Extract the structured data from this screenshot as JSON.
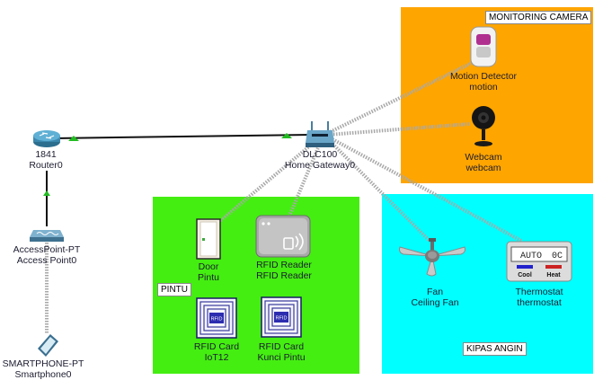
{
  "zones": {
    "monitoring": {
      "label": "MONITORING CAMERA",
      "color": "#ffa500"
    },
    "pintu": {
      "label": "PINTU",
      "color": "#44ee11"
    },
    "kipas": {
      "label": "KIPAS ANGIN",
      "color": "#00ffff"
    }
  },
  "devices": {
    "router": {
      "line1": "1841",
      "line2": "Router0",
      "icon": "router-icon"
    },
    "access_point": {
      "line1": "AccessPoint-PT",
      "line2": "Access Point0",
      "icon": "access-point-icon"
    },
    "smartphone": {
      "line1": "SMARTPHONE-PT",
      "line2": "Smartphone0",
      "icon": "smartphone-icon"
    },
    "gateway": {
      "line1": "DLC100",
      "line2": "Home Gateway0",
      "icon": "home-gateway-icon"
    },
    "motion": {
      "line1": "Motion Detector",
      "line2": "motion",
      "icon": "motion-detector-icon"
    },
    "webcam": {
      "line1": "Webcam",
      "line2": "webcam",
      "icon": "webcam-icon"
    },
    "door": {
      "line1": "Door",
      "line2": "Pintu",
      "icon": "door-icon"
    },
    "rfid_reader": {
      "line1": "RFID Reader",
      "line2": "RFID Reader",
      "icon": "rfid-reader-icon"
    },
    "rfid_card1": {
      "line1": "RFID Card",
      "line2": "IoT12",
      "icon": "rfid-card-icon",
      "chip": "RFID"
    },
    "rfid_card2": {
      "line1": "RFID Card",
      "line2": "Kunci Pintu",
      "icon": "rfid-card-icon",
      "chip": "RFID"
    },
    "fan": {
      "line1": "Fan",
      "line2": "Ceiling Fan",
      "icon": "ceiling-fan-icon"
    },
    "thermostat": {
      "line1": "Thermostat",
      "line2": "thermostat",
      "icon": "thermostat-icon",
      "display": "AUTO",
      "display_right": "0C",
      "cool": "Cool",
      "heat": "Heat"
    }
  },
  "links": {
    "wired_color": "#111111",
    "wireless_color": "#b0b0b0",
    "endpoint_color": "#22bb22"
  }
}
